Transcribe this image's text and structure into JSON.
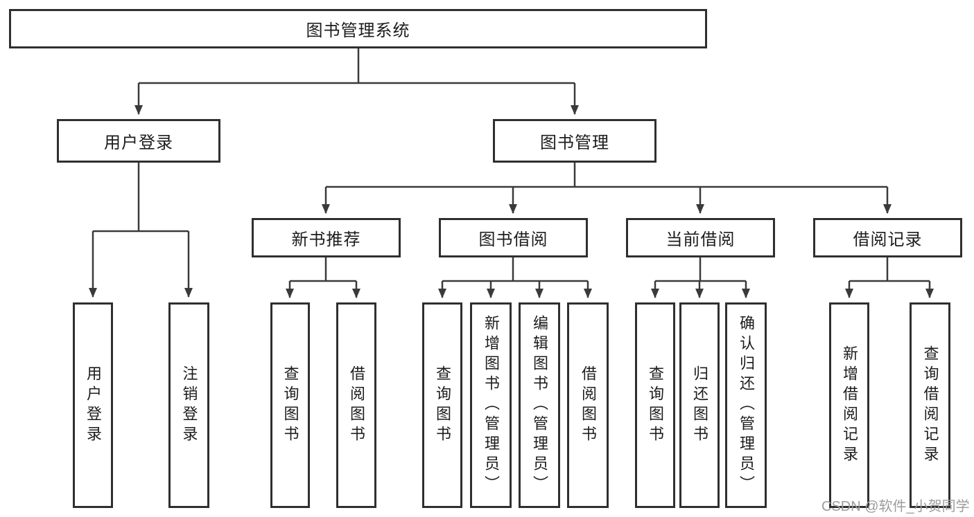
{
  "watermark": "CSDN @软件_小贺同学",
  "colors": {
    "line": "#3a3a3a",
    "box_border": "#2f2f2f",
    "box_fill": "#ffffff",
    "text": "#1c1c1c",
    "watermark": "#9c9c9c"
  },
  "tree": {
    "label": "图书管理系统",
    "children": [
      {
        "label": "用户登录",
        "children": [
          {
            "label": "用户登录"
          },
          {
            "label": "注销登录"
          }
        ]
      },
      {
        "label": "图书管理",
        "children": [
          {
            "label": "新书推荐",
            "children": [
              {
                "label": "查询图书"
              },
              {
                "label": "借阅图书"
              }
            ]
          },
          {
            "label": "图书借阅",
            "children": [
              {
                "label": "查询图书"
              },
              {
                "label": "新增图书（管理员）"
              },
              {
                "label": "编辑图书（管理员）"
              },
              {
                "label": "借阅图书"
              }
            ]
          },
          {
            "label": "当前借阅",
            "children": [
              {
                "label": "查询图书"
              },
              {
                "label": "归还图书"
              },
              {
                "label": "确认归还（管理员）"
              }
            ]
          },
          {
            "label": "借阅记录",
            "children": [
              {
                "label": "新增借阅记录"
              },
              {
                "label": "查询借阅记录"
              }
            ]
          }
        ]
      }
    ]
  }
}
